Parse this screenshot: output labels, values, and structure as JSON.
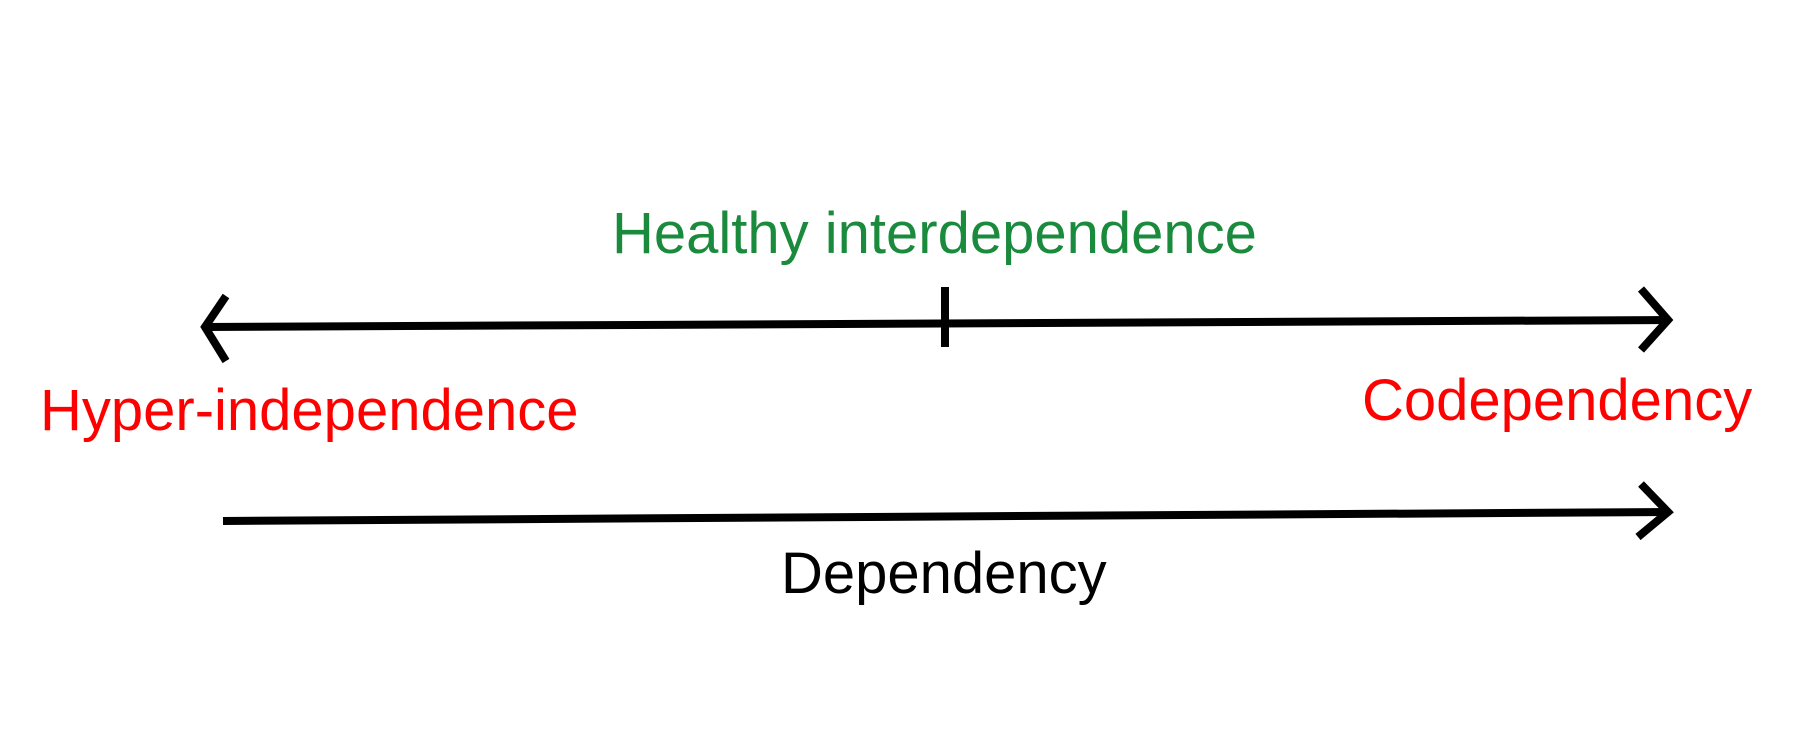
{
  "diagram": {
    "top_label": "Healthy interdependence",
    "left_label": "Hyper-independence",
    "right_label": "Codependency",
    "bottom_label": "Dependency"
  },
  "colors": {
    "healthy": "#1a8a3c",
    "unhealthy": "#ff0000",
    "neutral": "#000000"
  }
}
